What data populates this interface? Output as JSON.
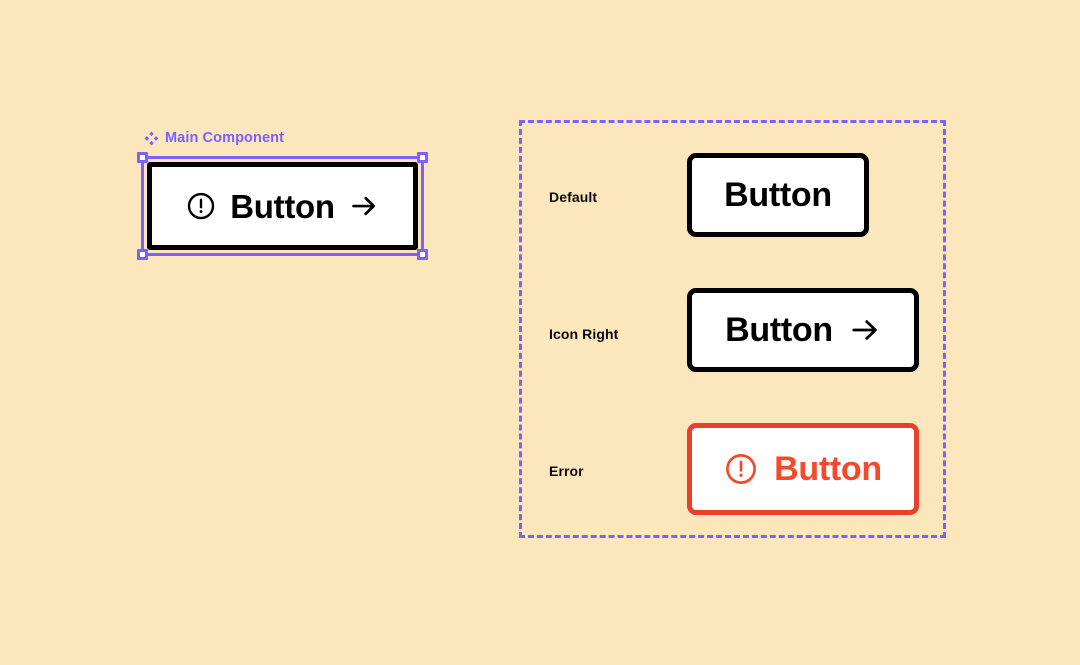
{
  "canvas": {
    "background_color": "#FCE6BC",
    "accent_color": "#7B61FF",
    "error_color": "#F4492A",
    "error_border_color": "#E8402A",
    "default_border_color": "#000000"
  },
  "main_component": {
    "label": "Main Component",
    "label_icon": "component-diamond-icon",
    "button": {
      "text": "Button",
      "leading_icon": "alert-circle-icon",
      "trailing_icon": "arrow-right-icon"
    },
    "selection_handles": [
      "top-left",
      "top-right",
      "bottom-left",
      "bottom-right"
    ]
  },
  "variants_frame": {
    "border_style": "dashed",
    "border_color": "#7B61FF",
    "rows": [
      {
        "label": "Default",
        "button": {
          "text": "Button",
          "leading_icon": null,
          "trailing_icon": null,
          "border_color": "#000000",
          "text_color": "#000000"
        }
      },
      {
        "label": "Icon Right",
        "button": {
          "text": "Button",
          "leading_icon": null,
          "trailing_icon": "arrow-right-icon",
          "border_color": "#000000",
          "text_color": "#000000"
        }
      },
      {
        "label": "Error",
        "button": {
          "text": "Button",
          "leading_icon": "alert-circle-icon",
          "trailing_icon": null,
          "border_color": "#E8402A",
          "text_color": "#F4492A"
        }
      }
    ]
  }
}
